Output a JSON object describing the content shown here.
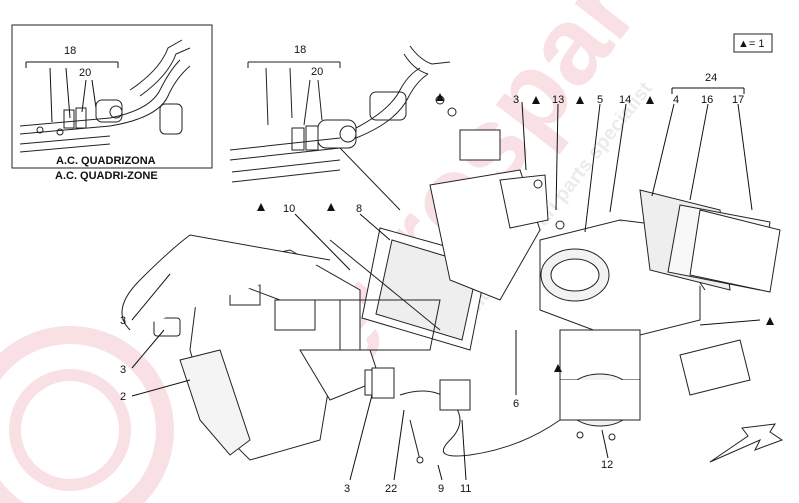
{
  "inset": {
    "title_line1": "A.C. QUADRIZONA",
    "title_line2": "A.C. QUADRI-ZONE",
    "label_18": "18",
    "label_20": "20"
  },
  "legend": {
    "symbol_text": "▲= 1"
  },
  "watermark": {
    "brand": "eurospares",
    "tagline": "Exclusive Ferrari parts specialist"
  },
  "callouts": {
    "c18": "18",
    "c20": "20",
    "c3_top": "3",
    "c13": "13",
    "c5": "5",
    "c14": "14",
    "c24": "24",
    "c4": "4",
    "c16": "16",
    "c17": "17",
    "c10": "10",
    "c8": "8",
    "c3_a": "3",
    "c3_b": "3",
    "c2": "2",
    "c6": "6",
    "c12": "12",
    "c11": "11",
    "c9": "9",
    "c22": "22",
    "c3_bottom": "3"
  }
}
